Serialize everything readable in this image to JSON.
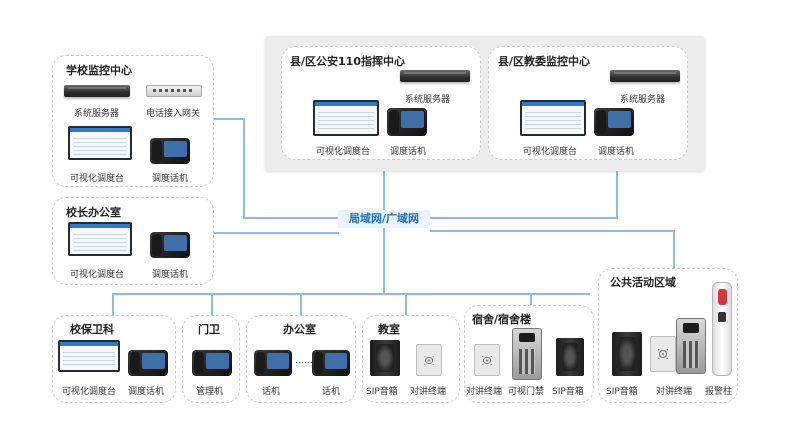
{
  "network": {
    "hub_label": "局域网/广域网"
  },
  "groups": {
    "school_monitor": {
      "title": "学校监控中心",
      "server_label": "系统服务器",
      "gateway_label": "电话接入网关",
      "console_label": "可视化调度台",
      "phone_label": "调度话机"
    },
    "police_center": {
      "title": "县/区公安110指挥中心",
      "server_label": "系统服务器",
      "console_label": "可视化调度台",
      "phone_label": "调度话机"
    },
    "education_center": {
      "title": "县/区教委监控中心",
      "server_label": "系统服务器",
      "console_label": "可视化调度台",
      "phone_label": "调度话机"
    },
    "principal_office": {
      "title": "校长办公室",
      "console_label": "可视化调度台",
      "phone_label": "调度话机"
    },
    "security_dept": {
      "title": "校保卫科",
      "console_label": "可视化调度台",
      "phone_label": "调度话机"
    },
    "gate": {
      "title": "门卫",
      "phone_label": "管理机"
    },
    "office": {
      "title": "办公室",
      "phone1_label": "话机",
      "dots": "……",
      "phone2_label": "话机"
    },
    "classroom": {
      "title": "教室",
      "speaker_label": "SIP音箱",
      "terminal_label": "对讲终端"
    },
    "dormitory": {
      "title": "宿舍/宿舍楼",
      "terminal_label": "对讲终端",
      "door_label": "可视门禁",
      "speaker_label": "SIP音箱"
    },
    "public_area": {
      "title": "公共活动区域",
      "speaker_label": "SIP音箱",
      "terminal_label": "对讲终端",
      "pillar_label": "报警柱"
    }
  },
  "colors": {
    "line": "#8fbbe0",
    "hub_text": "#1f6fb5",
    "hub_bg": "#eaf3fb",
    "panel_bg": "#ececec",
    "dashed_border": "#c9c9c9"
  }
}
